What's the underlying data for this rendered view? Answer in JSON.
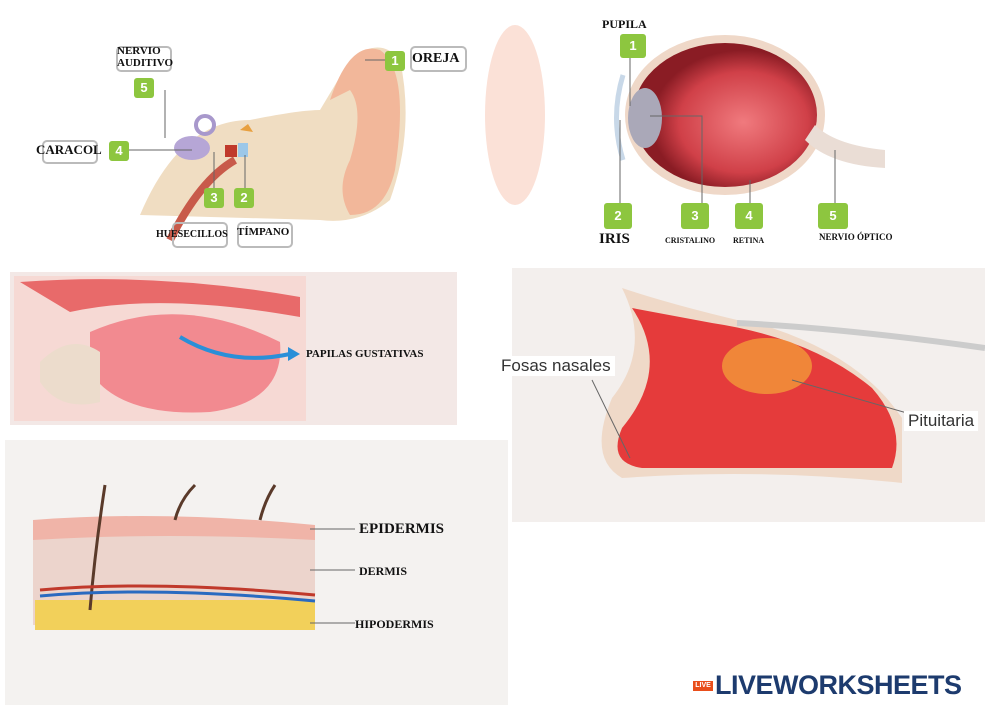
{
  "ear": {
    "labels": {
      "oreja": "OREJA",
      "timpano": "TÍMPANO",
      "huesecillos": "HUESECILLOS",
      "caracol": "CARACOL",
      "nervio": "NERVIO AUDITIVO"
    },
    "numbers": [
      "1",
      "2",
      "3",
      "4",
      "5"
    ]
  },
  "eye": {
    "labels": {
      "pupila": "PUPILA",
      "iris": "IRIS",
      "cristalino": "CRISTALINO",
      "retina": "RETINA",
      "nervio": "NERVIO ÓPTICO"
    },
    "numbers": [
      "1",
      "2",
      "3",
      "4",
      "5"
    ]
  },
  "tongue": {
    "label": "PAPILAS GUSTATIVAS"
  },
  "nose": {
    "fosas": "Fosas nasales",
    "pituitaria": "Pituitaria"
  },
  "skin": {
    "epidermis": "EPIDERMIS",
    "dermis": "DERMIS",
    "hipodermis": "HIPODERMIS"
  },
  "brand": {
    "name": "LIVEWORKSHEETS",
    "badge": "LIVE"
  },
  "colors": {
    "green": "#8dc63f",
    "brand": "#1d3b6e"
  }
}
